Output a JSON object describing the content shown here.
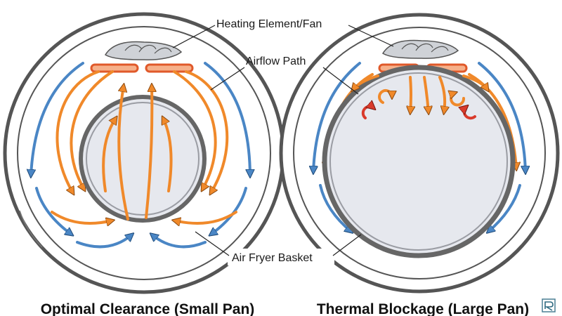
{
  "labels": {
    "heating_element": "Heating Element/Fan",
    "airflow_path": "Airflow Path",
    "basket": "Air Fryer Basket"
  },
  "captions": {
    "left": "Optimal Clearance (Small Pan)",
    "right": "Thermal Blockage (Large Pan)"
  },
  "colors": {
    "hot_air": "#f0892a",
    "cool_air": "#4a86c5",
    "turbulence": "#d93a2b",
    "heating_coil": "#e0592a",
    "pan_fill": "#e6e8ee",
    "outline": "#555555"
  },
  "icons": {
    "fan": "fan-icon",
    "heating_coil": "heating-coil-icon",
    "corner_logo": "logo-icon"
  }
}
